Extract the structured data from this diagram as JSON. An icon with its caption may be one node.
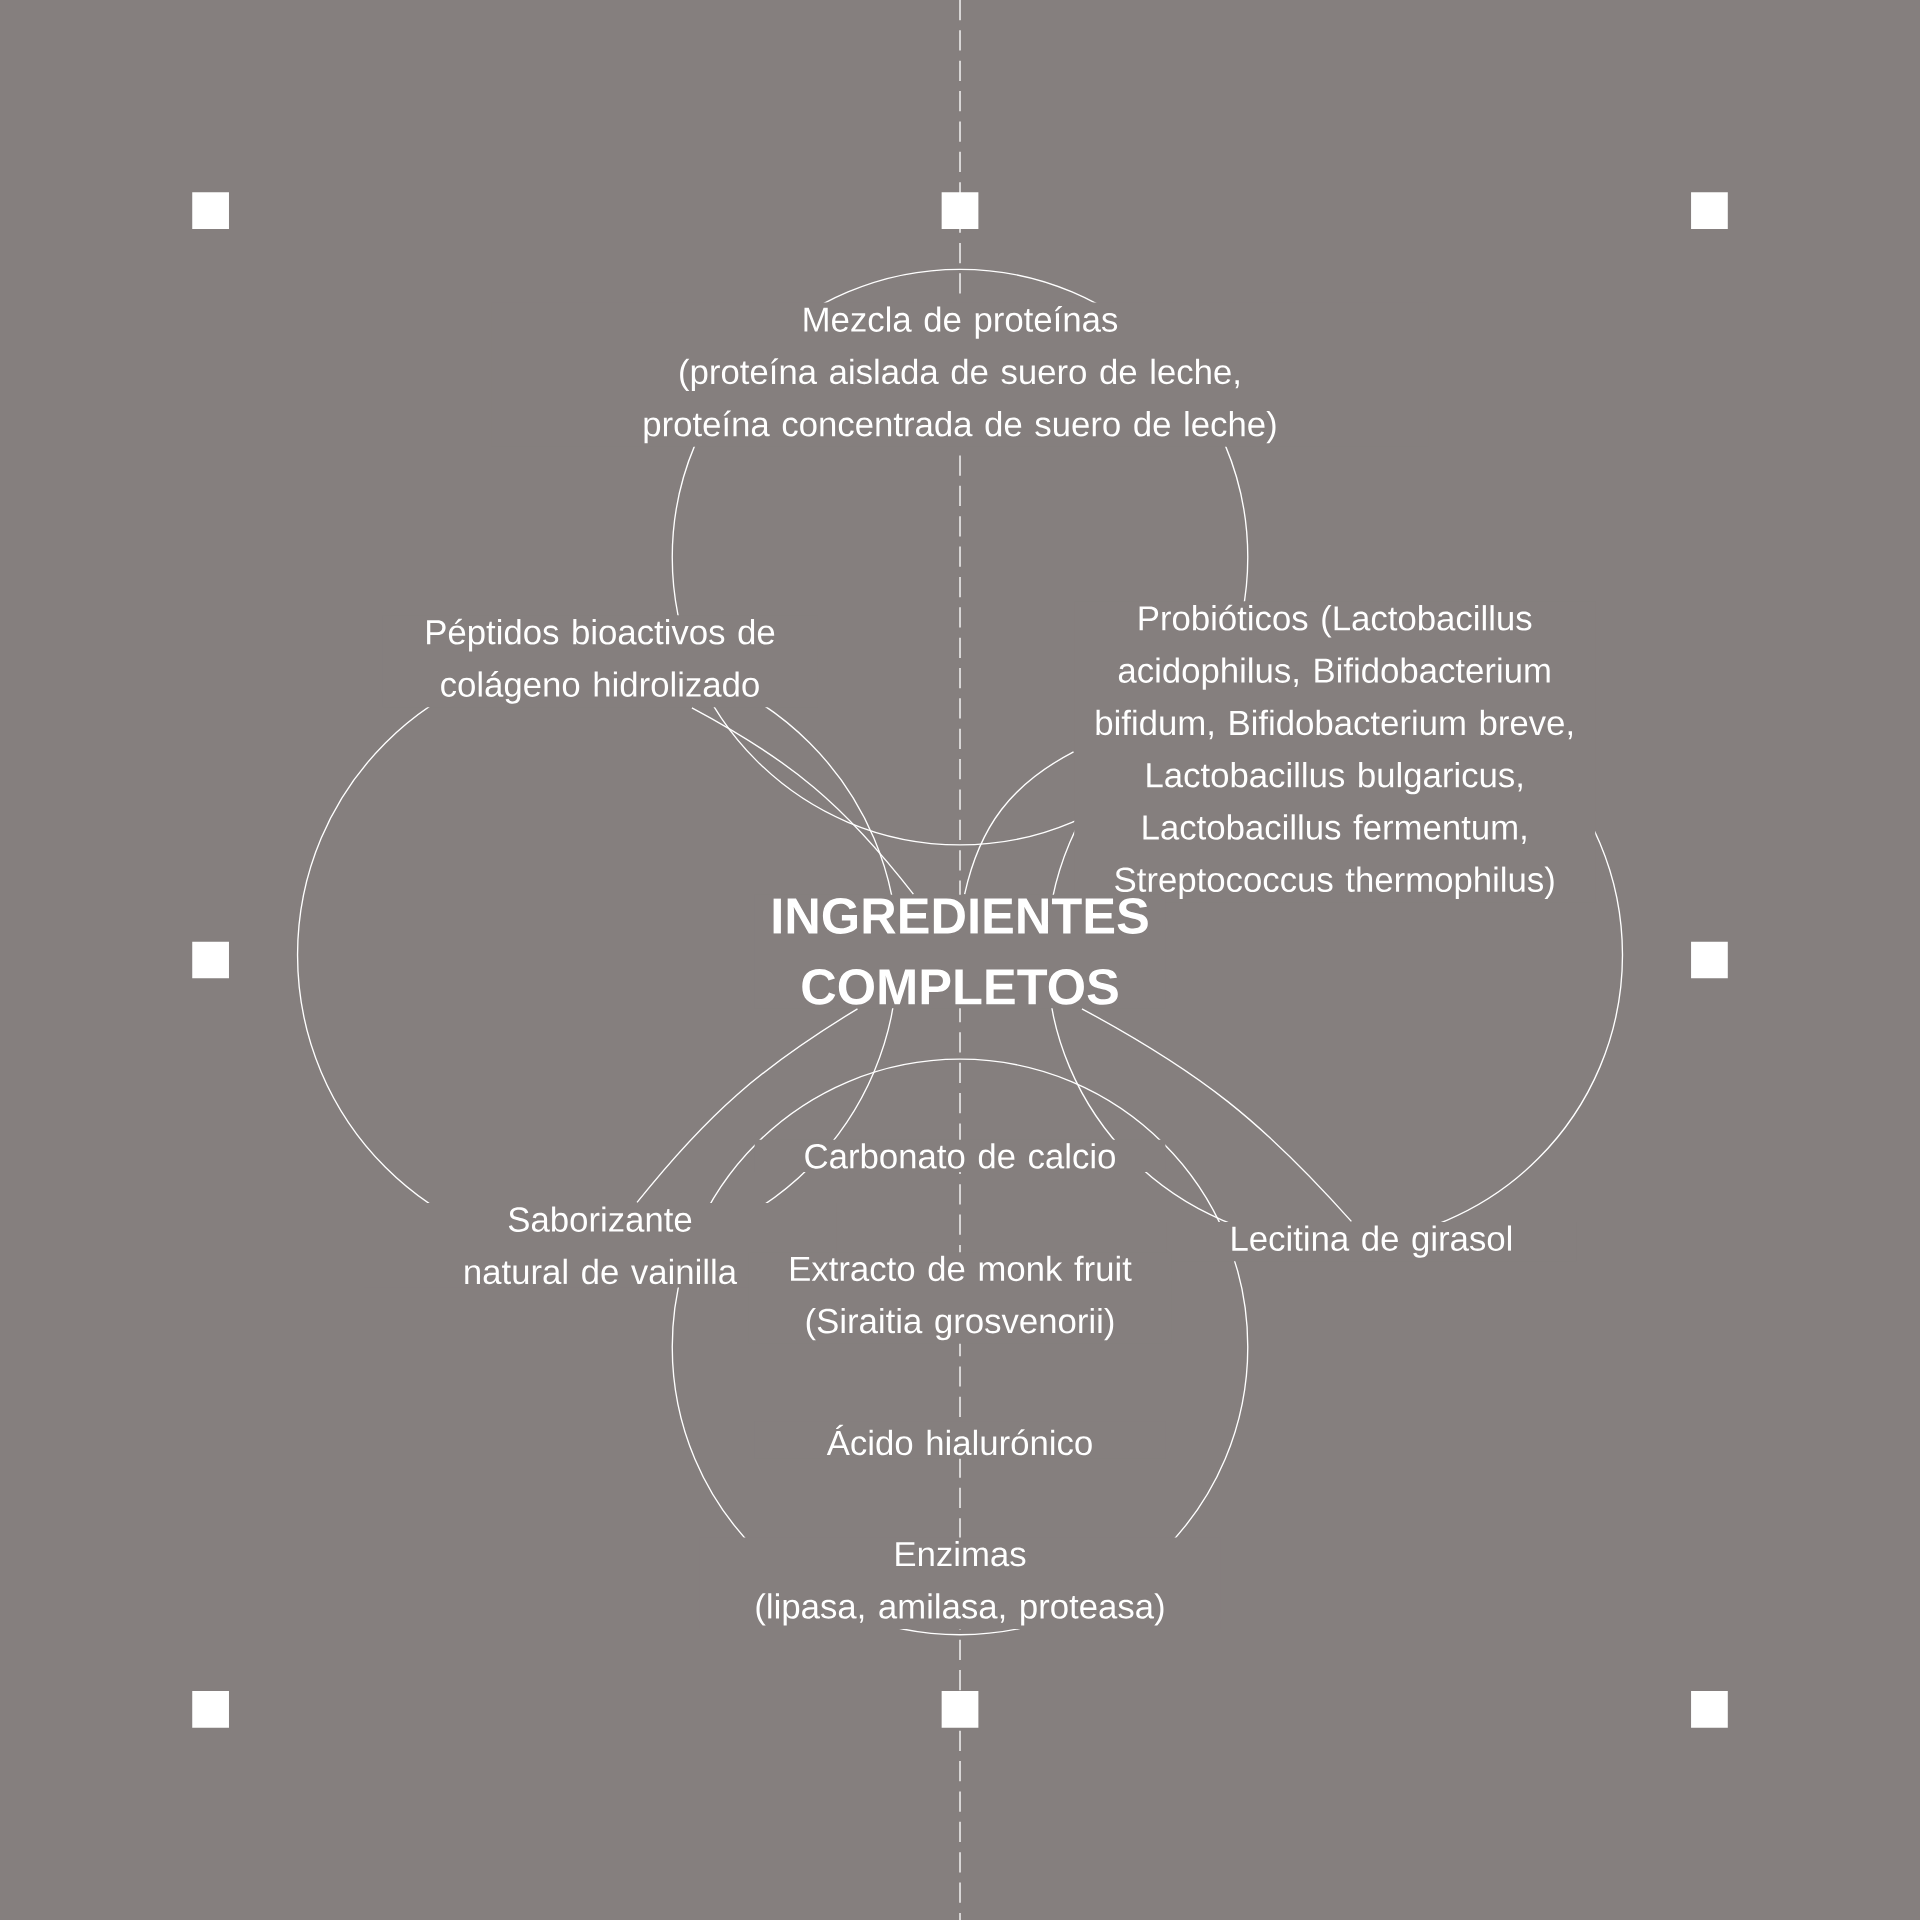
{
  "diagram": {
    "nodes": [
      {
        "text": [
          "INGREDIENTES COMPLETOS"
        ]
      },
      {
        "text": [
          "Mezcla de proteínas",
          "(proteína aislada de suero de leche, proteína concentrada de suero de leche)"
        ]
      },
      {
        "text": [
          "Péptidos bioactivos de colágeno hidrolizado"
        ]
      },
      {
        "text": [
          "Probióticos (Lactobacillus acidophilus, Bifidobacterium bifidum, Bifidobacterium breve, Lactobacillus bulgaricus, Lactobacillus fermentum, Streptococcus thermophilus)"
        ]
      },
      {
        "text": [
          "Carbonato de calcio"
        ]
      },
      {
        "text": [
          "Saborizante natural de vainilla"
        ]
      },
      {
        "text": [
          "Lecitina de girasol"
        ]
      },
      {
        "text": [
          "Extracto de monk fruit (Siraitia grosvenorii)"
        ]
      },
      {
        "text": [
          "Ácido hialurónico"
        ]
      },
      {
        "text": [
          "Enzimas",
          "(lipasa, amilasa, proteasa)"
        ]
      }
    ],
    "edges": [
      {
        "from": 0,
        "to": 2,
        "arrow": "none"
      },
      {
        "from": 0,
        "to": 3,
        "arrow": "none"
      },
      {
        "from": 0,
        "to": 5,
        "arrow": "none"
      },
      {
        "from": 0,
        "to": 6,
        "arrow": "none"
      }
    ]
  }
}
